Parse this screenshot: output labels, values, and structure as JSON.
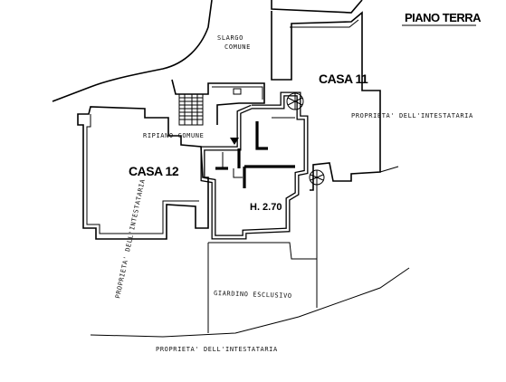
{
  "title": "PIANO TERRA",
  "labels": {
    "slargo_line1": "SLARGO",
    "slargo_line2": "COMUNE",
    "casa11": "CASA 11",
    "casa12": "CASA 12",
    "ripiano": "RIPIANO COMUNE",
    "prop_right": "PROPRIETA' DELL'INTESTATARIA",
    "prop_left": "PROPRIETA' DELL'INTESTATARIA",
    "prop_bottom": "PROPRIETA' DELL'INTESTATARIA",
    "height": "H. 2.70",
    "giardino": "GIARDINO ESCLUSIVO"
  },
  "colors": {
    "ink": "#000000",
    "paper": "#ffffff"
  }
}
